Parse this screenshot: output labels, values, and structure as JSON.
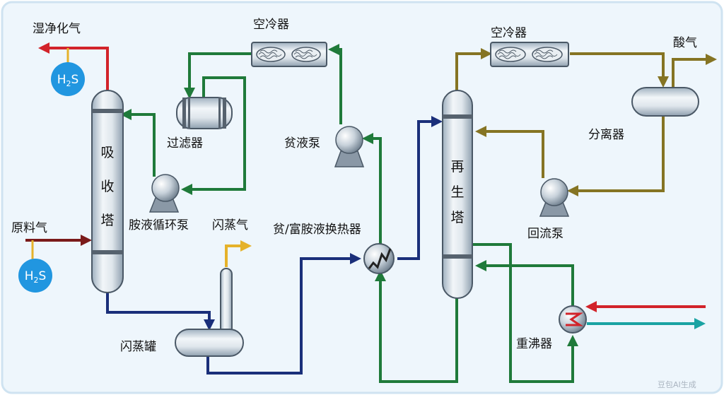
{
  "labels": {
    "wet_purified_gas": "湿净化气",
    "raw_gas": "原料气",
    "absorber": [
      "吸",
      "收",
      "塔"
    ],
    "air_cooler_1": "空冷器",
    "filter": "过滤器",
    "amine_circ_pump": "胺液循环泵",
    "lean_pump": "贫液泵",
    "flash_gas": "闪蒸气",
    "flash_tank": "闪蒸罐",
    "heat_exchanger": "贫/富胺液换热器",
    "regenerator": [
      "再",
      "生",
      "塔"
    ],
    "air_cooler_2": "空冷器",
    "acid_gas": "酸气",
    "separator": "分离器",
    "reflux_pump": "回流泵",
    "reboiler": "重沸器",
    "watermark": "豆包AI生成"
  },
  "badges": {
    "h2s_top": {
      "main": "H",
      "sub": "2",
      "tail": "S"
    },
    "h2s_bottom": {
      "main": "H",
      "sub": "2",
      "tail": "S"
    }
  },
  "colors": {
    "green": "#1f7a3a",
    "navy": "#1a2f7a",
    "red": "#d2232a",
    "darkred": "#7a1a1a",
    "olive": "#857423",
    "yellow": "#e5b22a",
    "teal": "#1aa3a3",
    "badge": "#2196e0",
    "frame": "#cfe3f1",
    "panel": "#eef6fc"
  }
}
